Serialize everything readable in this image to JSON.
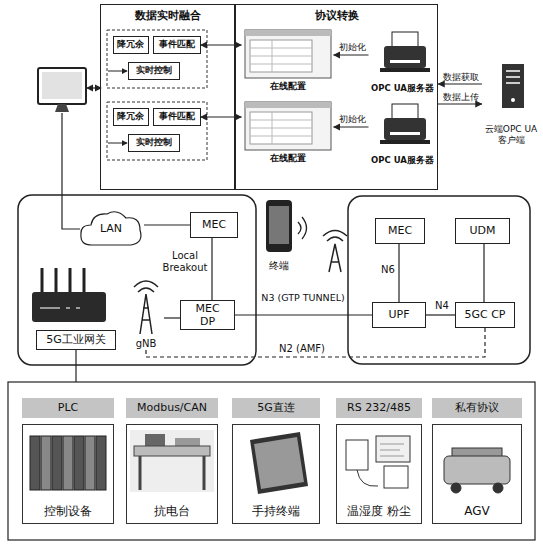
{
  "diagram": {
    "nodes": [
      {
        "text": [
          "数据实时融合"
        ]
      },
      {
        "text": [
          "降冗余"
        ],
        "in": 0
      },
      {
        "text": [
          "事件匹配"
        ],
        "in": 0
      },
      {
        "text": [
          "实时控制"
        ],
        "in": 0
      },
      {
        "text": [
          "降冗余"
        ],
        "in": 0
      },
      {
        "text": [
          "事件匹配"
        ],
        "in": 0
      },
      {
        "text": [
          "实时控制"
        ],
        "in": 0
      },
      {
        "text": [
          "协议转换"
        ]
      },
      {
        "text": [
          "在线配置"
        ],
        "in": 7
      },
      {
        "text": [
          "OPC UA服务器"
        ],
        "in": 7
      },
      {
        "text": [
          "在线配置"
        ],
        "in": 7
      },
      {
        "text": [
          "OPC UA服务器"
        ],
        "in": 7
      },
      {
        "text": [
          "云端OPC UA 客户端"
        ]
      },
      {
        "text": [
          "LAN"
        ]
      },
      {
        "text": [
          "MEC"
        ]
      },
      {
        "text": [
          "MEC DP"
        ]
      },
      {
        "text": [
          "gNB"
        ]
      },
      {
        "text": [
          "5G工业网关"
        ]
      },
      {
        "text": [
          "终端"
        ]
      },
      {
        "text": [
          "MEC"
        ]
      },
      {
        "text": [
          "UDM"
        ]
      },
      {
        "text": [
          "UPF"
        ]
      },
      {
        "text": [
          "5GC CP"
        ]
      },
      {
        "text": [
          "PLC"
        ]
      },
      {
        "text": [
          "Modbus/CAN"
        ]
      },
      {
        "text": [
          "5G直连"
        ]
      },
      {
        "text": [
          "RS 232/485"
        ]
      },
      {
        "text": [
          "私有协议"
        ]
      },
      {
        "text": [
          "控制设备"
        ]
      },
      {
        "text": [
          "抗电台"
        ]
      },
      {
        "text": [
          "手持终端"
        ]
      },
      {
        "text": [
          "温湿度 粉尘"
        ]
      },
      {
        "text": [
          "AGV"
        ]
      }
    ],
    "edges": [
      {
        "from": 2,
        "to": 8,
        "arrow": "both"
      },
      {
        "from": 5,
        "to": 10,
        "arrow": "both"
      },
      {
        "from": 9,
        "to": 8,
        "arrow": "to",
        "label": "初始化"
      },
      {
        "from": 11,
        "to": 10,
        "arrow": "to",
        "label": "初始化"
      },
      {
        "from": 12,
        "to": 7,
        "arrow": "to",
        "label": "数据获取"
      },
      {
        "from": 7,
        "to": 12,
        "arrow": "to",
        "label": "数据上传"
      },
      {
        "from": 13,
        "to": 14,
        "arrow": "none"
      },
      {
        "from": 14,
        "to": 15,
        "arrow": "none",
        "label": "Local Breakout"
      },
      {
        "from": 16,
        "to": 15,
        "arrow": "none"
      },
      {
        "from": 15,
        "to": 21,
        "arrow": "none",
        "label": "N3 (GTP TUNNEL)"
      },
      {
        "from": 21,
        "to": 19,
        "arrow": "none",
        "label": "N6"
      },
      {
        "from": 21,
        "to": 22,
        "arrow": "none",
        "label": "N4"
      },
      {
        "from": 22,
        "to": 20,
        "arrow": "none"
      },
      {
        "from": 16,
        "to": 22,
        "arrow": "none",
        "label": "N2 (AMF)"
      }
    ]
  }
}
